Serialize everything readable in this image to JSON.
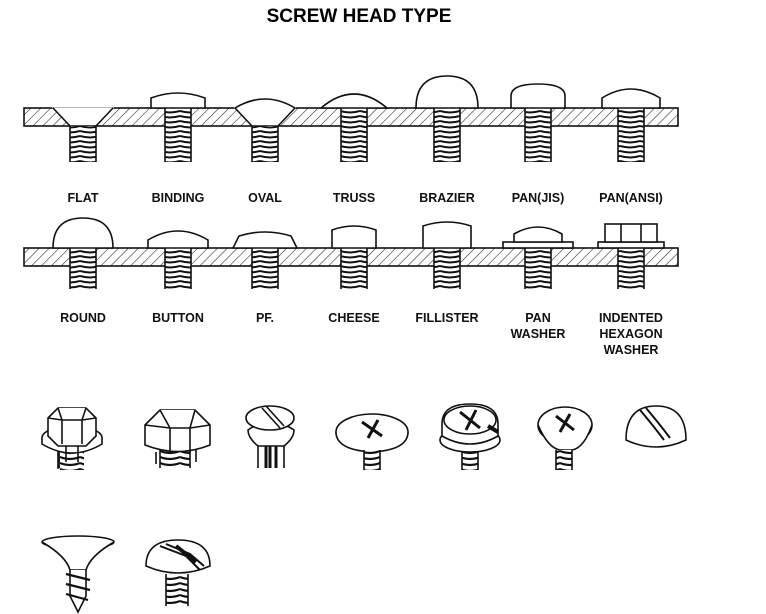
{
  "title": "SCREW HEAD TYPE",
  "rows": [
    {
      "labels": [
        "FLAT",
        "BINDING",
        "OVAL",
        "TRUSS",
        "BRAZIER",
        "PAN(JIS)",
        "PAN(ANSI)"
      ]
    },
    {
      "labels": [
        "ROUND",
        "BUTTON",
        "PF.",
        "CHEESE",
        "FILLISTER",
        "PAN\nWASHER",
        "INDENTED\nHEXAGON\nWASHER"
      ]
    }
  ],
  "perspective_screws": [
    "indented-hex-washer-screw",
    "hex-washer-head-screw",
    "slotted-oval-head-screw",
    "phillips-truss-head-screw",
    "phillips-pan-washer-screw",
    "phillips-oval-head-screw",
    "slotted-round-head-screw",
    "flat-head-tapping-screw",
    "slotted-truss-head-screw"
  ]
}
